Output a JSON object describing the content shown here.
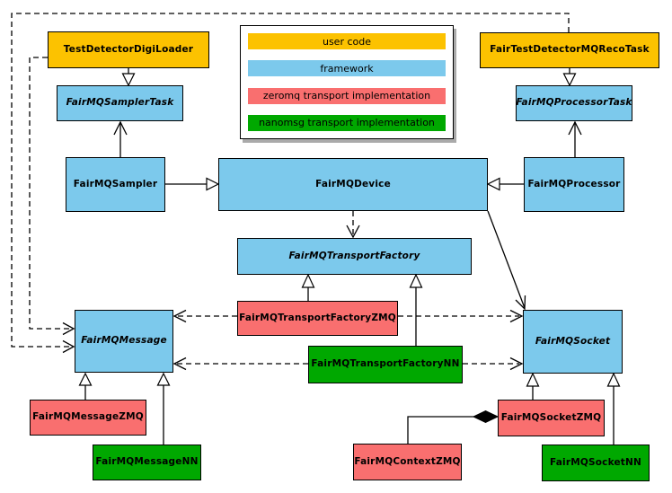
{
  "colors": {
    "user_code": "#FCC200",
    "framework": "#7CC9EC",
    "zeromq": "#F96F6F",
    "nanomsg": "#00A800",
    "line": "#000000",
    "background": "#FFFFFF"
  },
  "legend": {
    "items": [
      {
        "label": "user code",
        "category": "user_code"
      },
      {
        "label": "framework",
        "category": "framework"
      },
      {
        "label": "zeromq transport implementation",
        "category": "zeromq"
      },
      {
        "label": "nanomsg transport implementation",
        "category": "nanomsg"
      }
    ]
  },
  "nodes": {
    "test_detector_digi_loader": {
      "label": "TestDetectorDigiLoader",
      "category": "user_code",
      "abstract": false
    },
    "fair_test_detector_mq_reco_task": {
      "label": "FairTestDetectorMQRecoTask",
      "category": "user_code",
      "abstract": false
    },
    "fairmq_sampler_task": {
      "label": "FairMQSamplerTask",
      "category": "framework",
      "abstract": true
    },
    "fairmq_processor_task": {
      "label": "FairMQProcessorTask",
      "category": "framework",
      "abstract": true
    },
    "fairmq_sampler": {
      "label": "FairMQSampler",
      "category": "framework",
      "abstract": false
    },
    "fairmq_device": {
      "label": "FairMQDevice",
      "category": "framework",
      "abstract": false
    },
    "fairmq_processor": {
      "label": "FairMQProcessor",
      "category": "framework",
      "abstract": false
    },
    "fairmq_transport_factory": {
      "label": "FairMQTransportFactory",
      "category": "framework",
      "abstract": true
    },
    "fairmq_transport_factory_zmq": {
      "label": "FairMQTransportFactoryZMQ",
      "category": "zeromq",
      "abstract": false
    },
    "fairmq_transport_factory_nn": {
      "label": "FairMQTransportFactoryNN",
      "category": "nanomsg",
      "abstract": false
    },
    "fairmq_message": {
      "label": "FairMQMessage",
      "category": "framework",
      "abstract": true
    },
    "fairmq_socket": {
      "label": "FairMQSocket",
      "category": "framework",
      "abstract": true
    },
    "fairmq_message_zmq": {
      "label": "FairMQMessageZMQ",
      "category": "zeromq",
      "abstract": false
    },
    "fairmq_message_nn": {
      "label": "FairMQMessageNN",
      "category": "nanomsg",
      "abstract": false
    },
    "fairmq_context_zmq": {
      "label": "FairMQContextZMQ",
      "category": "zeromq",
      "abstract": false
    },
    "fairmq_socket_zmq": {
      "label": "FairMQSocketZMQ",
      "category": "zeromq",
      "abstract": false
    },
    "fairmq_socket_nn": {
      "label": "FairMQSocketNN",
      "category": "nanomsg",
      "abstract": false
    }
  },
  "edges": [
    {
      "from": "TestDetectorDigiLoader",
      "to": "FairMQSamplerTask",
      "type": "generalization"
    },
    {
      "from": "FairTestDetectorMQRecoTask",
      "to": "FairMQProcessorTask",
      "type": "generalization"
    },
    {
      "from": "FairMQSampler",
      "to": "FairMQSamplerTask",
      "type": "association-arrow"
    },
    {
      "from": "FairMQProcessor",
      "to": "FairMQProcessorTask",
      "type": "association-arrow"
    },
    {
      "from": "FairMQSampler",
      "to": "FairMQDevice",
      "type": "generalization"
    },
    {
      "from": "FairMQProcessor",
      "to": "FairMQDevice",
      "type": "generalization"
    },
    {
      "from": "FairMQDevice",
      "to": "FairMQTransportFactory",
      "type": "dashed-dependency"
    },
    {
      "from": "FairMQDevice",
      "to": "FairMQSocket",
      "type": "association-arrow"
    },
    {
      "from": "FairMQTransportFactoryZMQ",
      "to": "FairMQTransportFactory",
      "type": "generalization"
    },
    {
      "from": "FairMQTransportFactoryNN",
      "to": "FairMQTransportFactory",
      "type": "generalization"
    },
    {
      "from": "FairMQTransportFactoryZMQ",
      "to": "FairMQMessage",
      "type": "dashed-dependency"
    },
    {
      "from": "FairMQTransportFactoryZMQ",
      "to": "FairMQSocket",
      "type": "dashed-dependency"
    },
    {
      "from": "FairMQTransportFactoryNN",
      "to": "FairMQMessage",
      "type": "dashed-dependency"
    },
    {
      "from": "FairMQTransportFactoryNN",
      "to": "FairMQSocket",
      "type": "dashed-dependency"
    },
    {
      "from": "TestDetectorDigiLoader",
      "to": "FairMQMessage",
      "type": "dashed-dependency"
    },
    {
      "from": "FairTestDetectorMQRecoTask",
      "to": "FairMQMessage",
      "type": "dashed-dependency"
    },
    {
      "from": "FairMQMessageZMQ",
      "to": "FairMQMessage",
      "type": "generalization"
    },
    {
      "from": "FairMQMessageNN",
      "to": "FairMQMessage",
      "type": "generalization"
    },
    {
      "from": "FairMQSocketZMQ",
      "to": "FairMQSocket",
      "type": "generalization"
    },
    {
      "from": "FairMQSocketNN",
      "to": "FairMQSocket",
      "type": "generalization"
    },
    {
      "from": "FairMQContextZMQ",
      "to": "FairMQSocketZMQ",
      "type": "composition"
    }
  ]
}
